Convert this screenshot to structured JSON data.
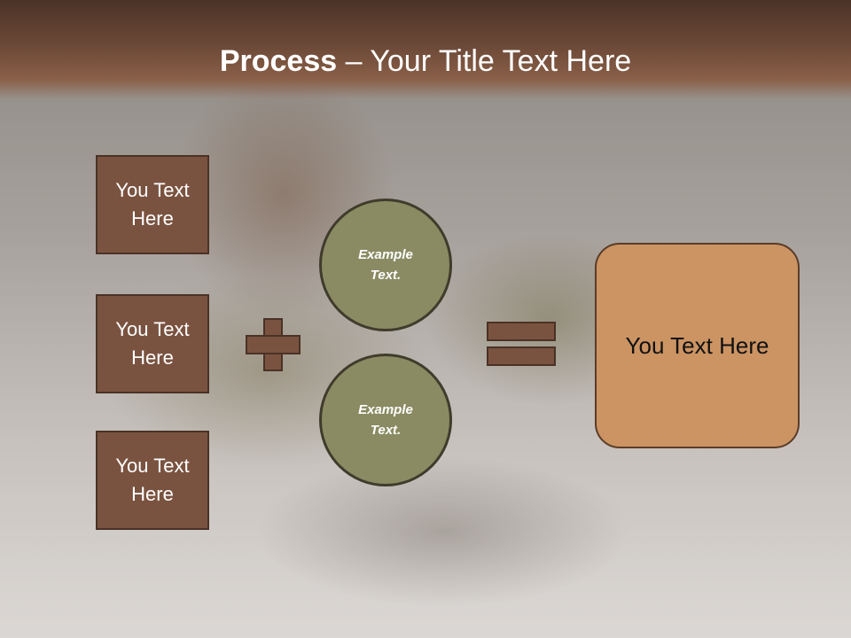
{
  "header": {
    "title_bold": "Process",
    "title_rest": " – Your Title Text Here"
  },
  "inputs": [
    {
      "label": "You Text Here"
    },
    {
      "label": "You Text Here"
    },
    {
      "label": "You Text Here"
    }
  ],
  "operators": {
    "plus": "plus-sign",
    "equals": "equals-sign"
  },
  "circles": [
    {
      "label": "Example Text."
    },
    {
      "label": "Example Text."
    }
  ],
  "result": {
    "label": "You Text Here"
  },
  "colors": {
    "title_bar": "#6b4837",
    "box_fill": "#7a5340",
    "circle_fill": "#8a8b63",
    "result_fill": "#cc9463"
  }
}
